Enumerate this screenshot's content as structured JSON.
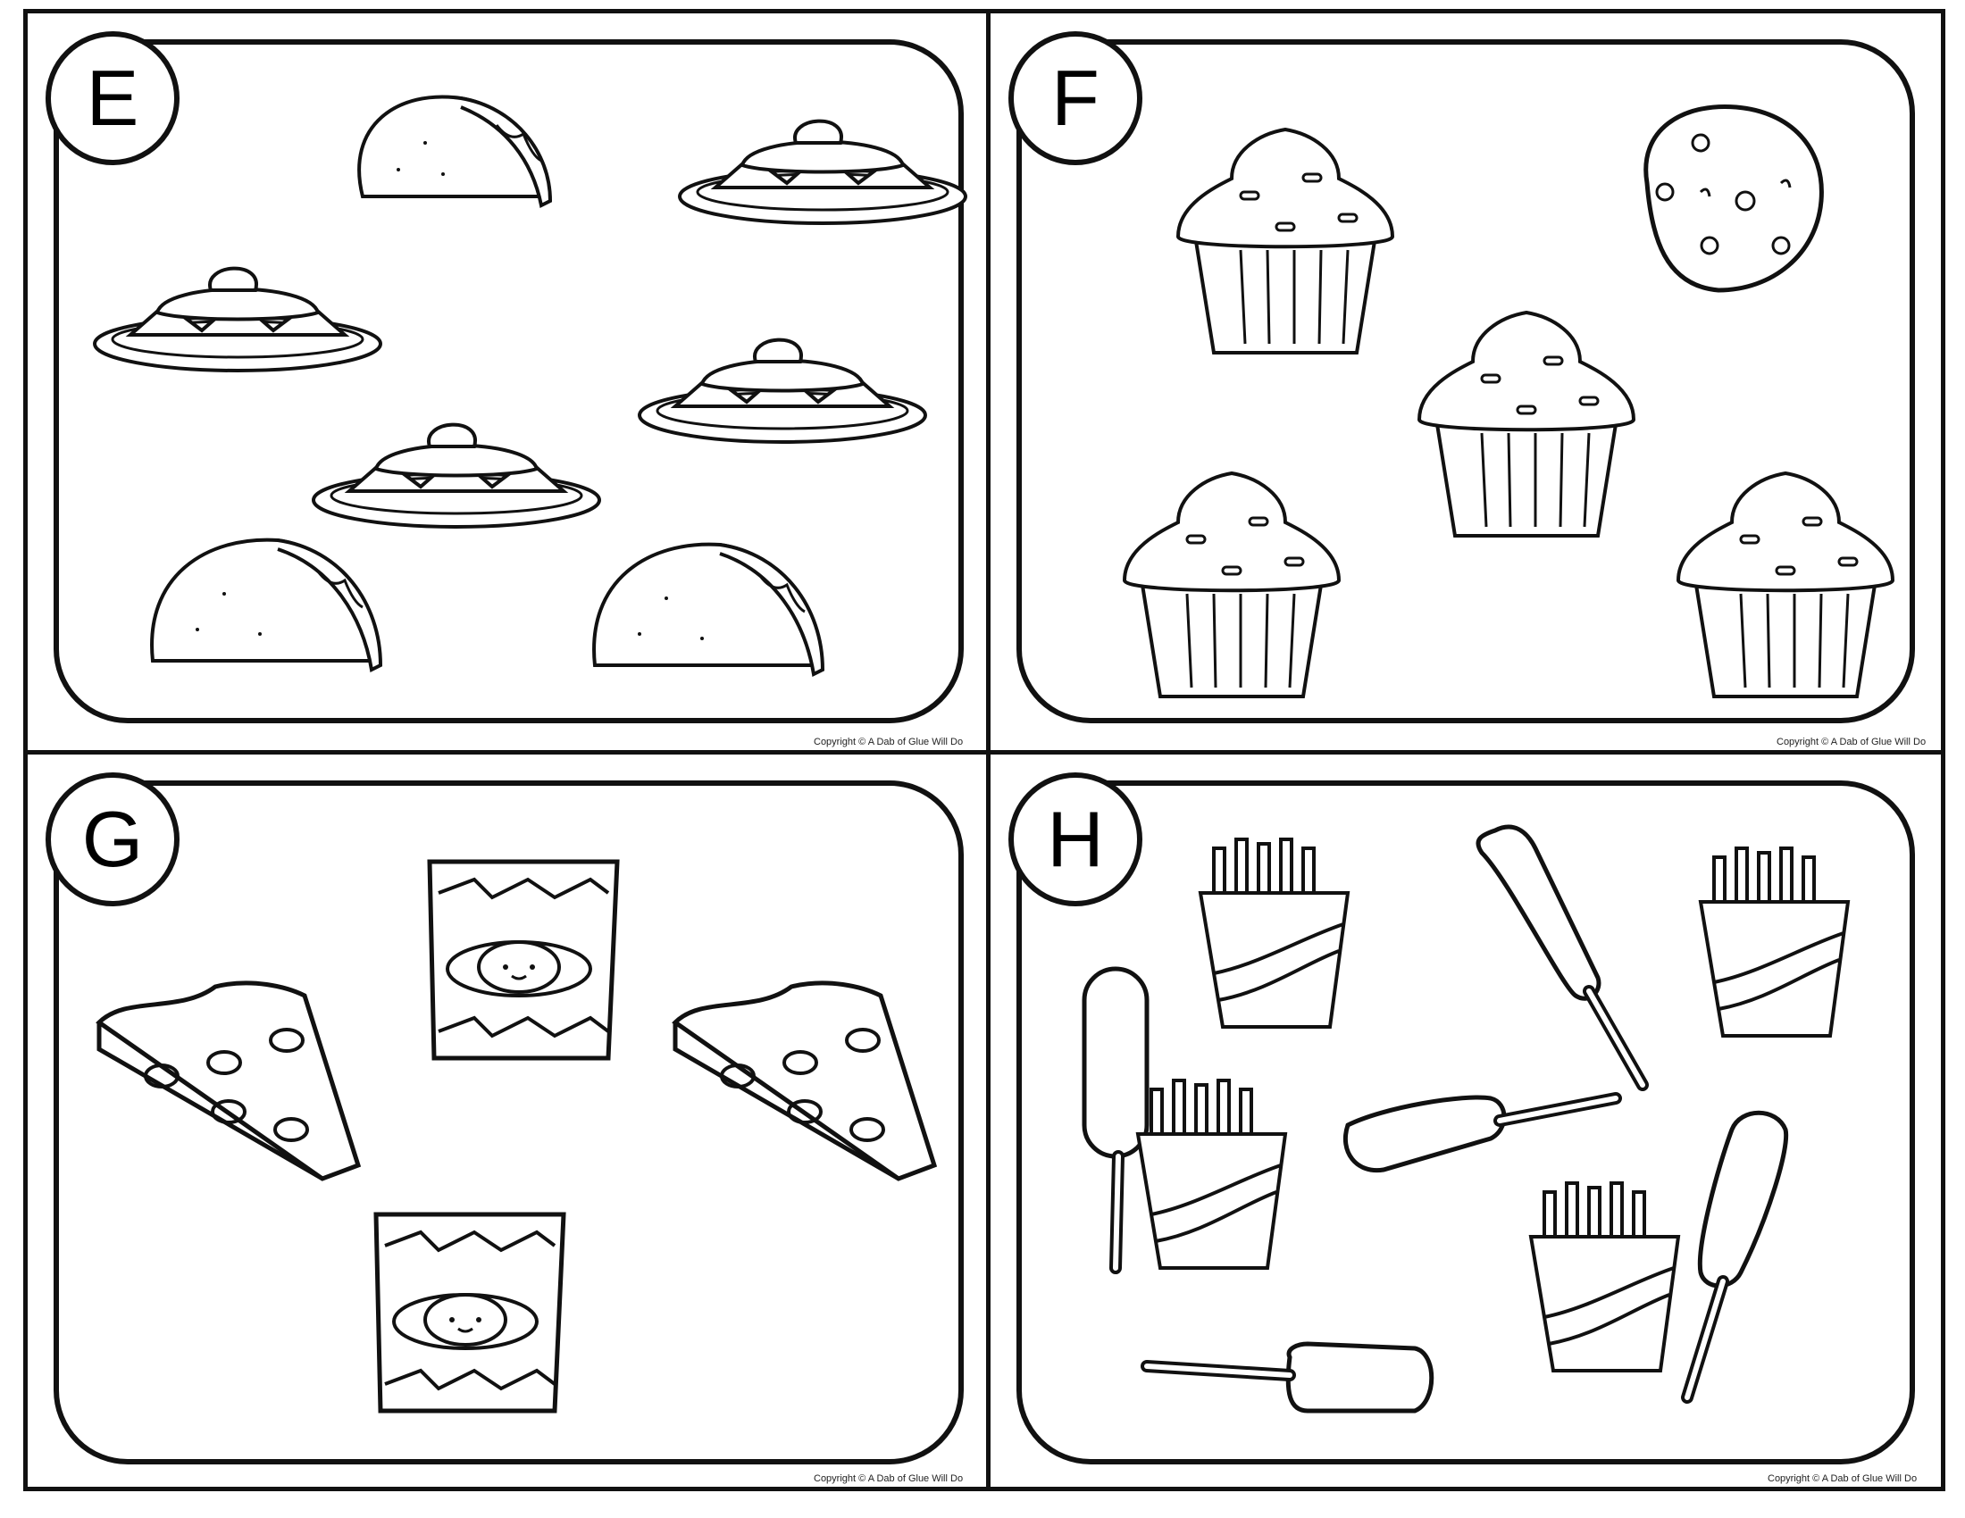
{
  "cards": [
    {
      "letter": "E",
      "items": [
        "taco",
        "nachos",
        "nachos",
        "nachos",
        "nachos",
        "taco",
        "taco"
      ]
    },
    {
      "letter": "F",
      "items": [
        "cupcake",
        "cookie",
        "cupcake",
        "cupcake",
        "cupcake"
      ]
    },
    {
      "letter": "G",
      "items": [
        "chip-bag",
        "pizza-slice",
        "pizza-slice",
        "chip-bag"
      ]
    },
    {
      "letter": "H",
      "items": [
        "fries",
        "corn-dog",
        "fries",
        "corn-dog",
        "fries",
        "corn-dog",
        "corn-dog",
        "fries",
        "corn-dog"
      ]
    }
  ],
  "copyright": "Copyright © A Dab of Glue Will Do",
  "colors": {
    "ink": "#111111",
    "paper": "#ffffff"
  }
}
